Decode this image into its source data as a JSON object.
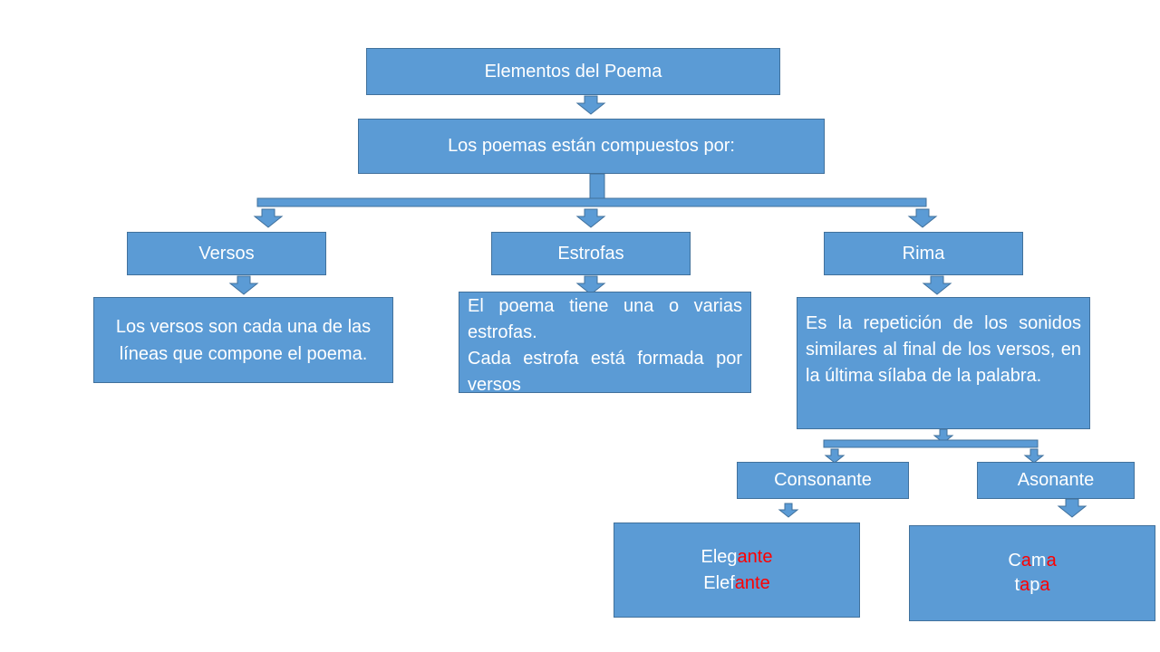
{
  "colors": {
    "box_fill": "#5b9bd5",
    "box_border": "#41719c",
    "text": "#ffffff",
    "highlight": "#ff0000"
  },
  "title": "Elementos del Poema",
  "subtitle": "Los poemas están compuestos por:",
  "categories": {
    "versos": {
      "label": "Versos",
      "description": "Los versos son cada una de las líneas que compone el poema."
    },
    "estrofas": {
      "label": "Estrofas",
      "description_lines": [
        "El poema tiene una o varias estrofas.",
        "Cada estrofa está formada por versos"
      ]
    },
    "rima": {
      "label": "Rima",
      "description": "Es la repetición de los sonidos similares al final de los versos, en la última sílaba de la palabra."
    }
  },
  "rima_types": {
    "consonante": {
      "label": "Consonante",
      "examples": [
        {
          "plain": "Eleg",
          "highlight": "ante"
        },
        {
          "plain": "Elef",
          "highlight": "ante"
        }
      ]
    },
    "asonante": {
      "label": "Asonante",
      "examples": [
        {
          "parts": [
            {
              "t": "C",
              "h": false
            },
            {
              "t": "a",
              "h": true
            },
            {
              "t": "m",
              "h": false
            },
            {
              "t": "a",
              "h": true
            }
          ]
        },
        {
          "parts": [
            {
              "t": "t",
              "h": false
            },
            {
              "t": "a",
              "h": true
            },
            {
              "t": "p",
              "h": false
            },
            {
              "t": "a",
              "h": true
            }
          ]
        }
      ]
    }
  }
}
